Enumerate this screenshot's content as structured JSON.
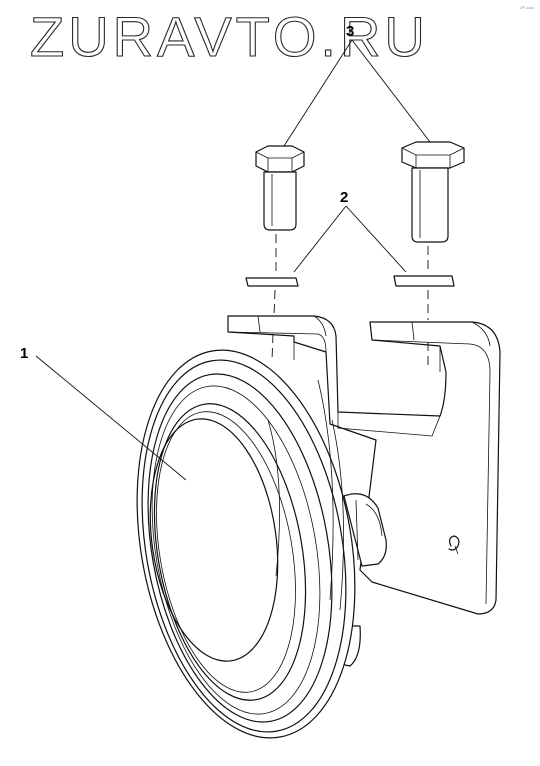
{
  "watermark": {
    "text": "ZURAVTO.RU",
    "corner_text": "ZP-auto"
  },
  "callouts": {
    "horn": "1",
    "washers": "2",
    "bolts": "3"
  }
}
